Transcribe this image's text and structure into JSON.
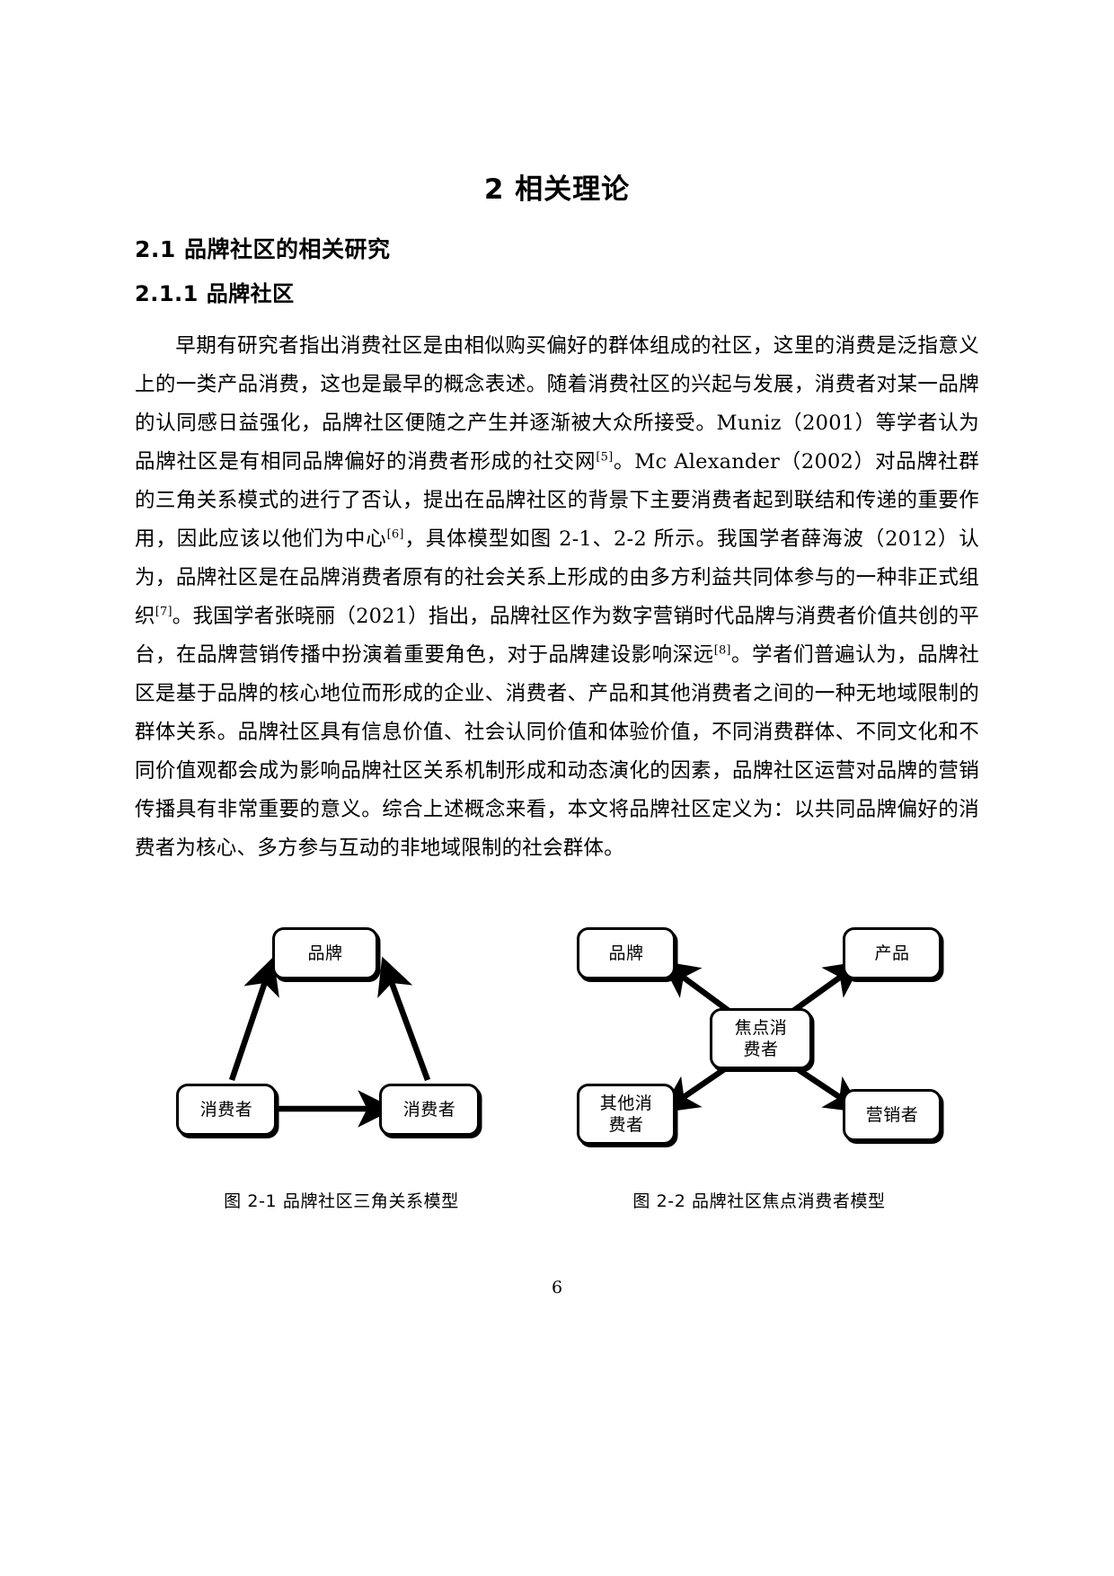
{
  "document": {
    "title": "2 相关理论",
    "section_title": "2.1 品牌社区的相关研究",
    "subsection_title": "2.1.1 品牌社区",
    "page_number": "6"
  },
  "paragraph": {
    "part1": "早期有研究者指出消费社区是由相似购买偏好的群体组成的社区，这里的消费是泛指意义上的一类产品消费，这也是最早的概念表述。随着消费社区的兴起与发展，消费者对某一品牌的认同感日益强化，品牌社区便随之产生并逐渐被大众所接受。Muniz（2001）等学者认为品牌社区是有相同品牌偏好的消费者形成的社交网",
    "ref1": "[5]",
    "part2": "。Mc Alexander（2002）对品牌社群的三角关系模式的进行了否认，提出在品牌社区的背景下主要消费者起到联结和传递的重要作用，因此应该以他们为中心",
    "ref2": "[6]",
    "part3": "，具体模型如图 2-1、2-2 所示。我国学者薛海波（2012）认为，品牌社区是在品牌消费者原有的社会关系上形成的由多方利益共同体参与的一种非正式组织",
    "ref3": "[7]",
    "part4": "。我国学者张晓丽（2021）指出，品牌社区作为数字营销时代品牌与消费者价值共创的平台，在品牌营销传播中扮演着重要角色，对于品牌建设影响深远",
    "ref4": "[8]",
    "part5": "。学者们普遍认为，品牌社区是基于品牌的核心地位而形成的企业、消费者、产品和其他消费者之间的一种无地域限制的群体关系。品牌社区具有信息价值、社会认同价值和体验价值，不同消费群体、不同文化和不同价值观都会成为影响品牌社区关系机制形成和动态演化的因素，品牌社区运营对品牌的营销传播具有非常重要的意义。综合上述概念来看，本文将品牌社区定义为：以共同品牌偏好的消费者为核心、多方参与互动的非地域限制的社会群体。"
  },
  "figures": [
    {
      "id": "figure-2-1",
      "caption": "图 2-1  品牌社区三角关系模型",
      "nodes": [
        {
          "id": "brand",
          "label": "品牌"
        },
        {
          "id": "consumer-left",
          "label": "消费者"
        },
        {
          "id": "consumer-right",
          "label": "消费者"
        }
      ]
    },
    {
      "id": "figure-2-2",
      "caption": "图 2-2  品牌社区焦点消费者模型",
      "nodes": [
        {
          "id": "brand",
          "label": "品牌"
        },
        {
          "id": "product",
          "label": "产品"
        },
        {
          "id": "focal-consumer",
          "label": "焦点消\n费者"
        },
        {
          "id": "other-consumer",
          "label": "其他消\n费者"
        },
        {
          "id": "marketer",
          "label": "营销者"
        }
      ]
    }
  ]
}
